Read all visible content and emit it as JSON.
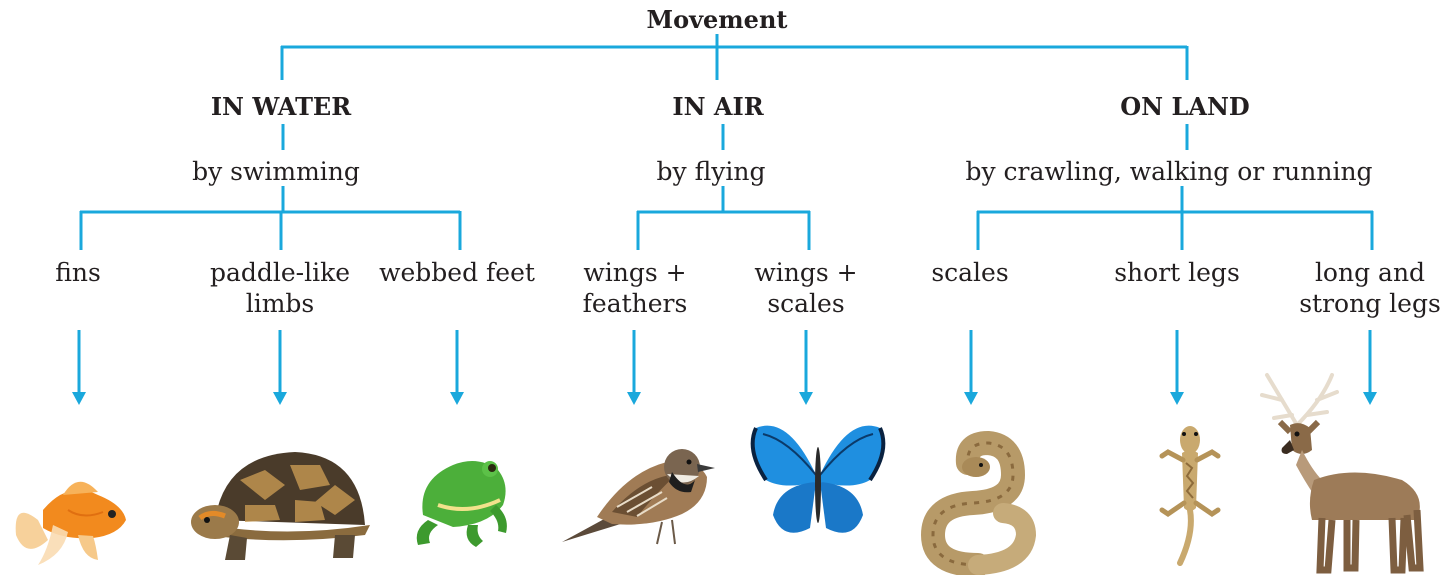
{
  "root": "Movement",
  "colors": {
    "connector": "#1aa8dc",
    "text": "#231f20"
  },
  "branches": [
    {
      "habitat": "IN WATER",
      "mode": "by swimming",
      "adaptations": [
        {
          "feature": "fins",
          "animal": "goldfish"
        },
        {
          "feature": "paddle-like limbs",
          "lines": [
            "paddle-like",
            "limbs"
          ],
          "animal": "tortoise"
        },
        {
          "feature": "webbed feet",
          "animal": "frog"
        }
      ]
    },
    {
      "habitat": "IN AIR",
      "mode": "by flying",
      "adaptations": [
        {
          "feature": "wings + feathers",
          "lines": [
            "wings +",
            "feathers"
          ],
          "animal": "sparrow"
        },
        {
          "feature": "wings + scales",
          "lines": [
            "wings +",
            "scales"
          ],
          "animal": "butterfly"
        }
      ]
    },
    {
      "habitat": "ON LAND",
      "mode": "by crawling, walking or running",
      "adaptations": [
        {
          "feature": "scales",
          "animal": "snake"
        },
        {
          "feature": "short legs",
          "animal": "lizard"
        },
        {
          "feature": "long and strong legs",
          "lines": [
            "long and",
            "strong legs"
          ],
          "animal": "deer"
        }
      ]
    }
  ]
}
